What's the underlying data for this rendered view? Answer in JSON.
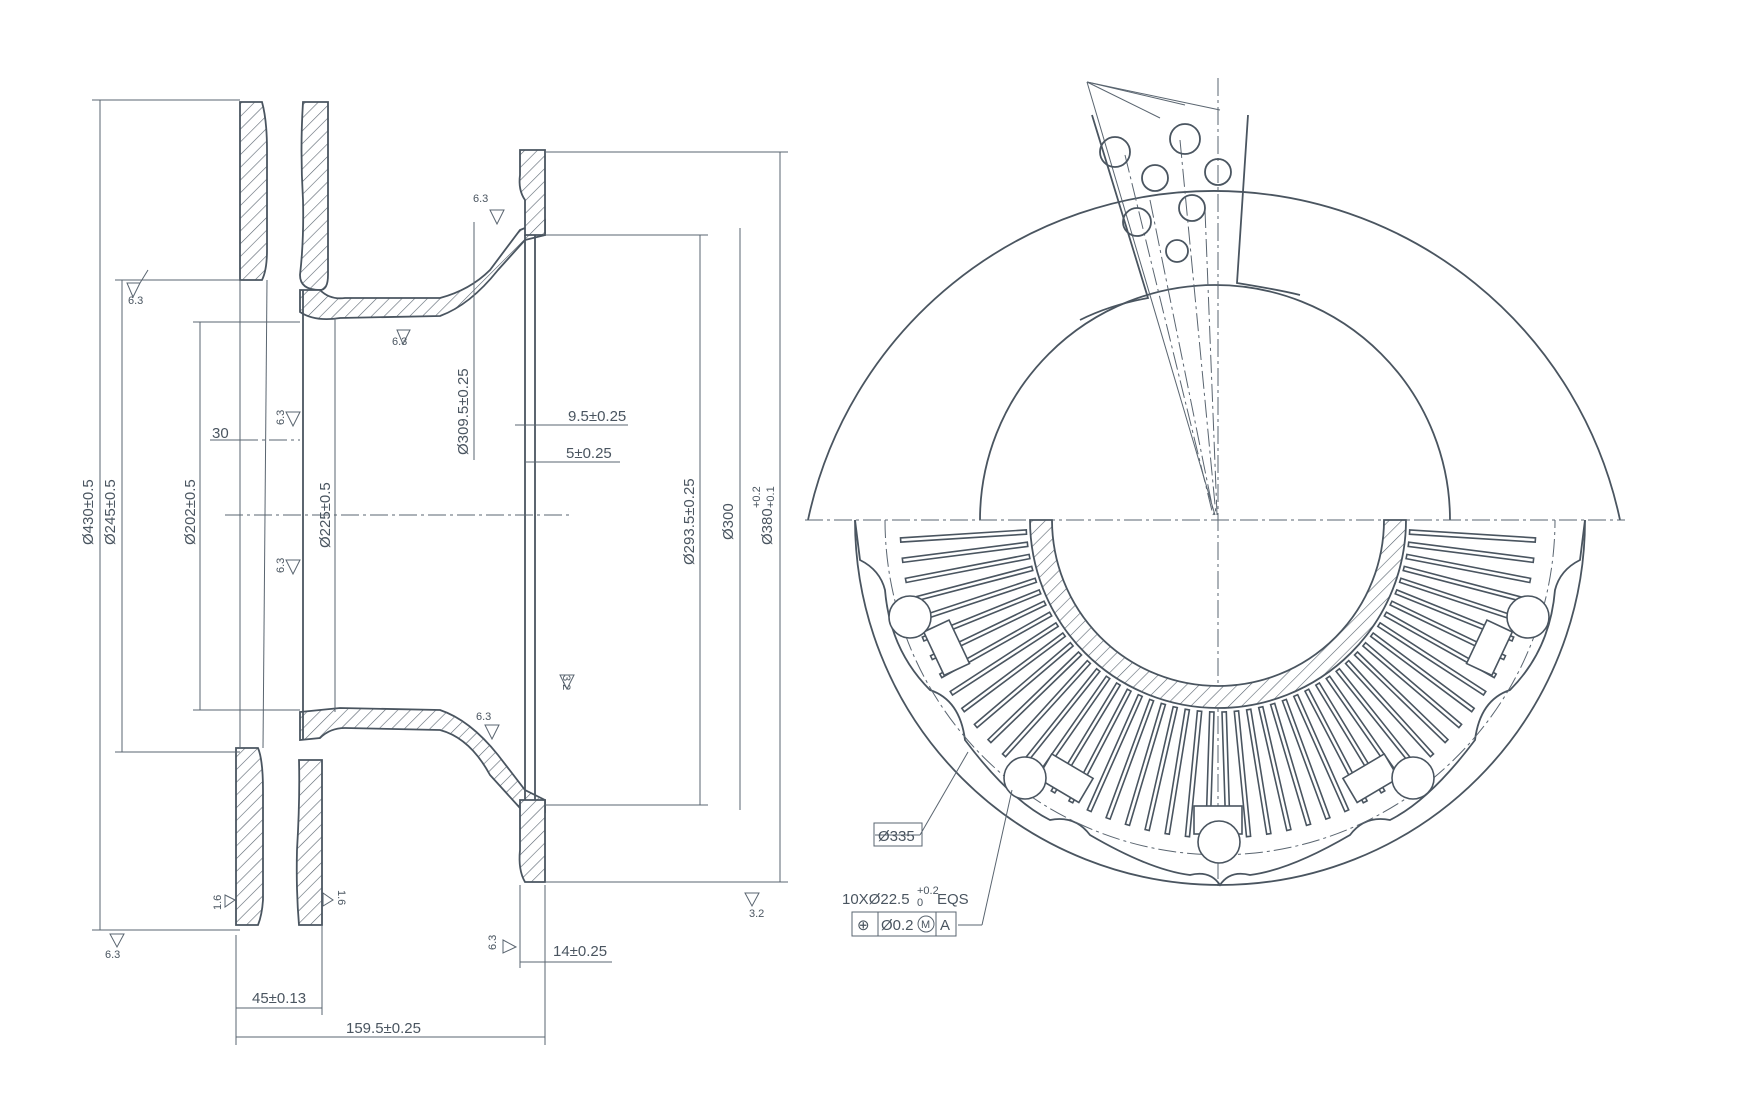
{
  "side_view": {
    "d430": "Ø430±0.5",
    "d245": "Ø245±0.5",
    "d202": "Ø202±0.5",
    "d225": "Ø225±0.5",
    "d309": "Ø309.5±0.25",
    "d293": "Ø293.5±0.25",
    "d300": "Ø300",
    "d380": "Ø380",
    "d380_tol_upper": "+0.2",
    "d380_tol_lower": "+0.1",
    "dim_30": "30",
    "dim_9_5": "9.5±0.25",
    "dim_5": "5±0.25",
    "dim_45": "45±0.13",
    "dim_159_5": "159.5±0.25",
    "dim_14": "14±0.25",
    "rough_6_3": "6.3",
    "rough_3_2": "3.2",
    "rough_1_6": "1.6"
  },
  "front_view": {
    "d335": "Ø335",
    "holes_callout": "10XØ22.5",
    "holes_tol_upper": "+0.2",
    "holes_tol_lower": "0",
    "holes_eqs": "EQS",
    "fcf_symbol": "⊕",
    "fcf_tolerance": "Ø0.2",
    "fcf_modifier": "M",
    "fcf_datum": "A"
  }
}
